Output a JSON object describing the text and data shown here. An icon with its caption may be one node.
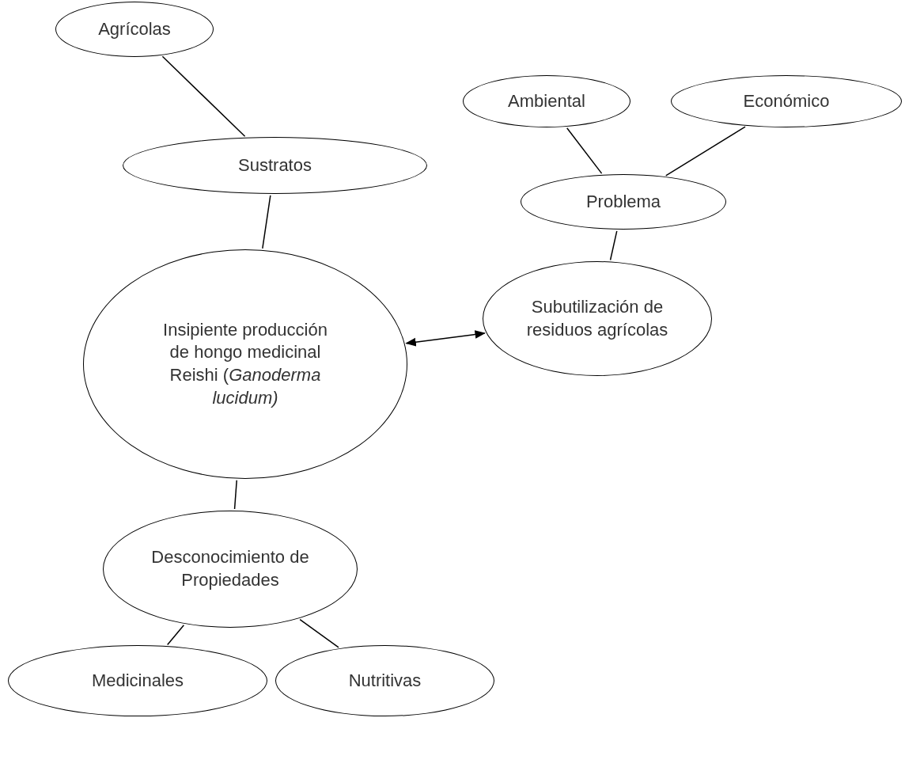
{
  "diagram": {
    "nodes": [
      {
        "text": [
          "Agrícolas"
        ]
      },
      {
        "text": [
          "Sustratos"
        ]
      },
      {
        "text": [
          "Ambiental"
        ]
      },
      {
        "text": [
          "Económico"
        ]
      },
      {
        "text": [
          "Problema"
        ]
      },
      {
        "text": [
          "Insipiente producción de hongo medicinal Reishi (*Ganoderma lucidum)*"
        ]
      },
      {
        "text": [
          "Subutilización de residuos agrícolas"
        ]
      },
      {
        "text": [
          "Desconocimiento de Propiedades"
        ]
      },
      {
        "text": [
          "Medicinales"
        ]
      },
      {
        "text": [
          "Nutritivas"
        ]
      }
    ],
    "edges": [
      {
        "from": 0,
        "to": 1,
        "arrow": "none"
      },
      {
        "from": 1,
        "to": 5,
        "arrow": "none"
      },
      {
        "from": 2,
        "to": 4,
        "arrow": "none"
      },
      {
        "from": 3,
        "to": 4,
        "arrow": "none"
      },
      {
        "from": 4,
        "to": 6,
        "arrow": "none"
      },
      {
        "from": 5,
        "to": 6,
        "arrow": "both"
      },
      {
        "from": 5,
        "to": 7,
        "arrow": "none"
      },
      {
        "from": 7,
        "to": 8,
        "arrow": "none"
      },
      {
        "from": 7,
        "to": 9,
        "arrow": "none"
      }
    ]
  }
}
